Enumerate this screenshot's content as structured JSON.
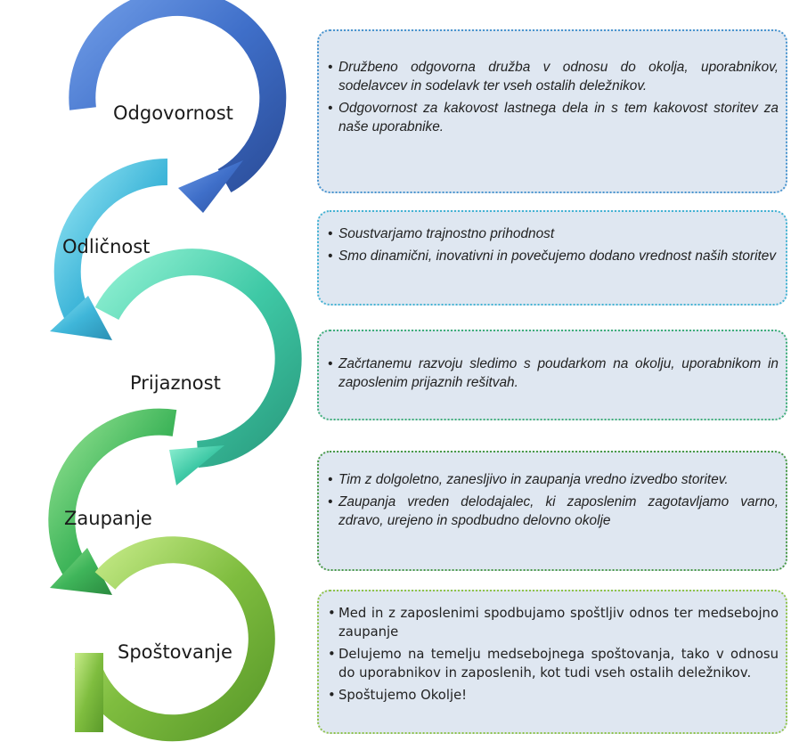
{
  "steps": [
    {
      "label": "Odgovornost",
      "bullets": [
        "Družbeno odgovorna družba v odnosu do okolja, uporabnikov, sodelavcev in sodelavk ter vseh ostalih deležnikov.",
        "Odgovornost za kakovost lastnega dela in s tem kakovost storitev za naše uporabnike."
      ]
    },
    {
      "label": "Odličnost",
      "bullets": [
        "Soustvarjamo trajnostno prihodnost",
        "Smo dinamični, inovativni in povečujemo dodano vrednost naših storitev"
      ]
    },
    {
      "label": "Prijaznost",
      "bullets": [
        "Začrtanemu razvoju sledimo s poudarkom na okolju, uporabnikom in zaposlenim prijaznih rešitvah."
      ]
    },
    {
      "label": "Zaupanje",
      "bullets": [
        "Tim z dolgoletno, zanesljivo in zaupanja vredno izvedbo storitev.",
        "Zaupanja vreden delodajalec, ki zaposlenim zagotavljamo varno, zdravo, urejeno in spodbudno delovno okolje"
      ]
    },
    {
      "label": "Spoštovanje",
      "bullets": [
        "Med in z zaposlenimi spodbujamo spoštljiv odnos ter medsebojno zaupanje",
        "Delujemo na temelju medsebojnega spoštovanja, tako v odnosu do uporabnikov in zaposlenih, kot tudi vseh ostalih deležnikov.",
        "Spoštujemo Okolje!"
      ]
    }
  ],
  "colors": {
    "arrow_1": "#3f6fc9",
    "arrow_2": "#3fb6d9",
    "arrow_3": "#3fc9a6",
    "arrow_4": "#3fb55a",
    "arrow_5": "#7fbd3f",
    "box_fill": "#dfe7f1"
  }
}
